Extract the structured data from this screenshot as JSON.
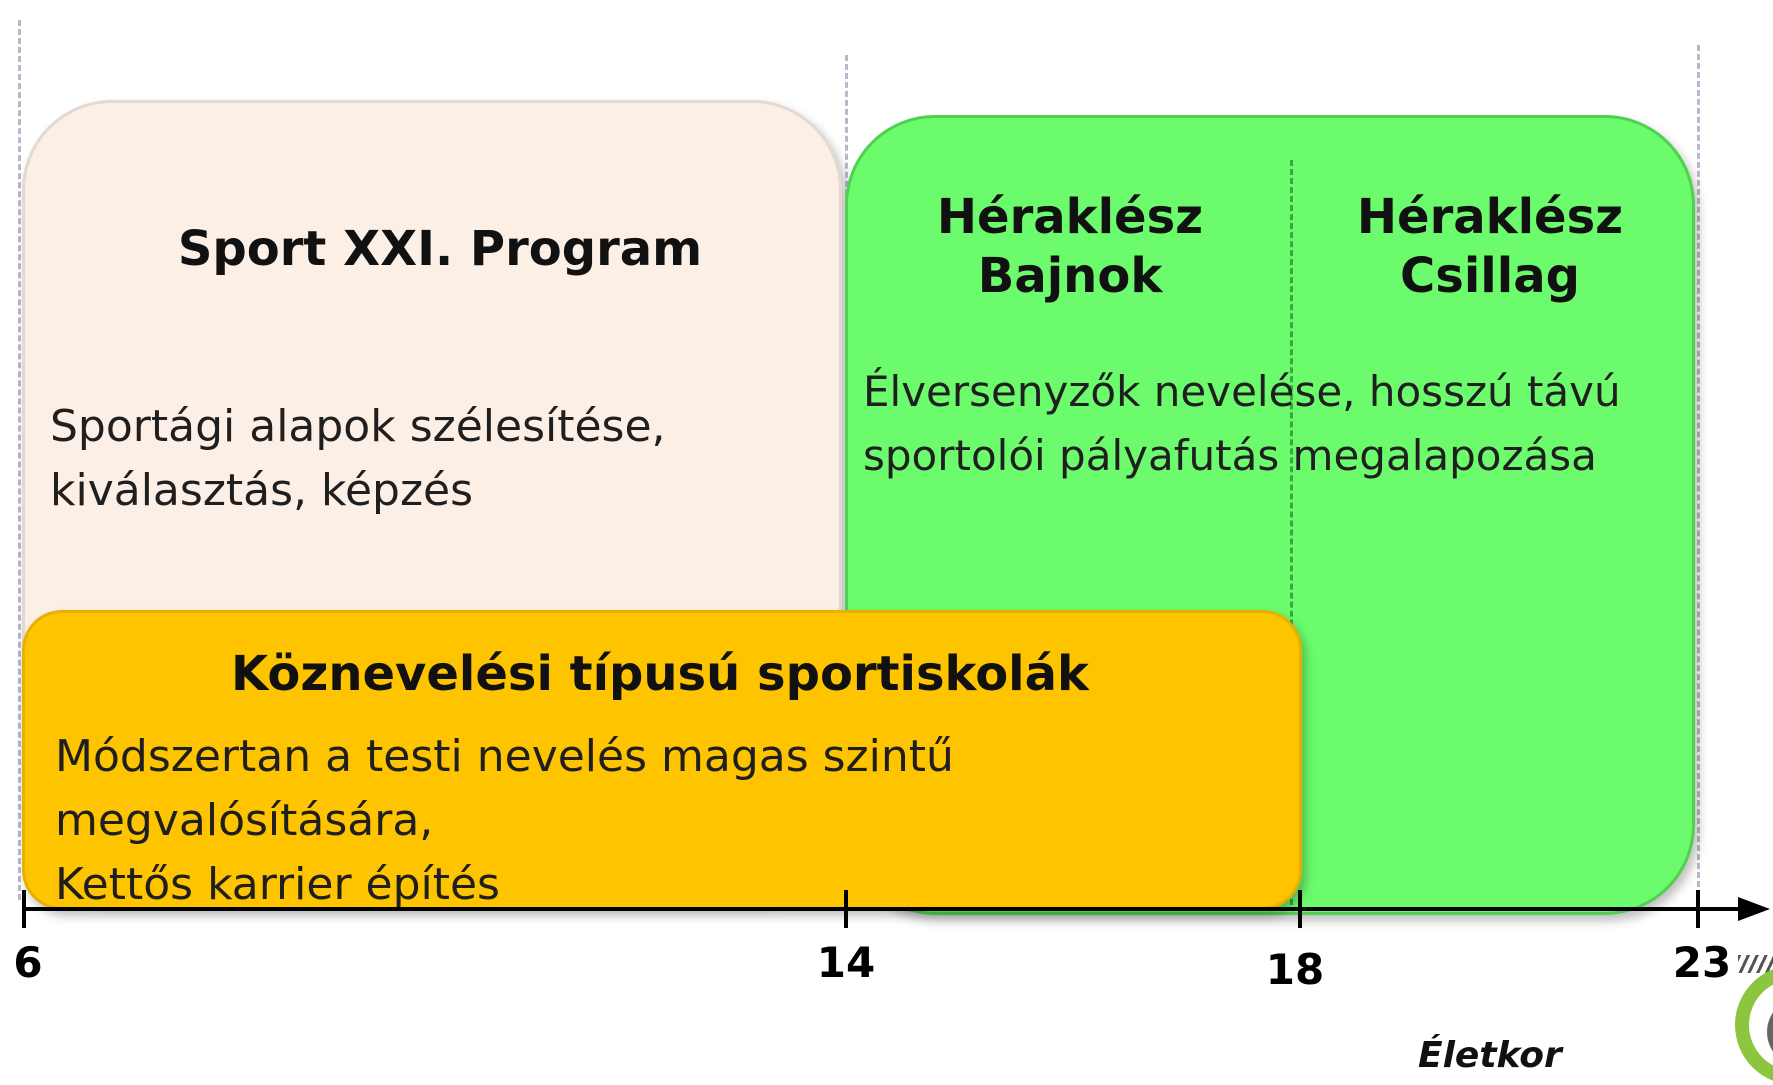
{
  "boxes": {
    "sport": {
      "title": "Sport XXI. Program",
      "description": "Sportági alapok szélesítése,\nkiválasztás, képzés"
    },
    "heraklesz_bajnok": {
      "title": "Héraklész\nBajnok"
    },
    "heraklesz_csillag": {
      "title": "Héraklész\nCsillag"
    },
    "heraklesz_description": "Élversenyzők nevelése, hosszú távú\nsportolói pályafutás megalapozása",
    "koznev": {
      "title": "Köznevelési típusú sportiskolák",
      "description": "Módszertan a testi nevelés magas szintű\nmegvalósítására,\nKettős karrier építés"
    }
  },
  "axis": {
    "title": "Életkor",
    "ticks": [
      "6",
      "14",
      "18",
      "23"
    ]
  },
  "colors": {
    "sport_fill": "#fcefe6",
    "heraklesz_fill": "#6cfb6c",
    "koznev_fill": "#ffc400"
  },
  "icons": {
    "logo": "circular-logo-icon"
  }
}
